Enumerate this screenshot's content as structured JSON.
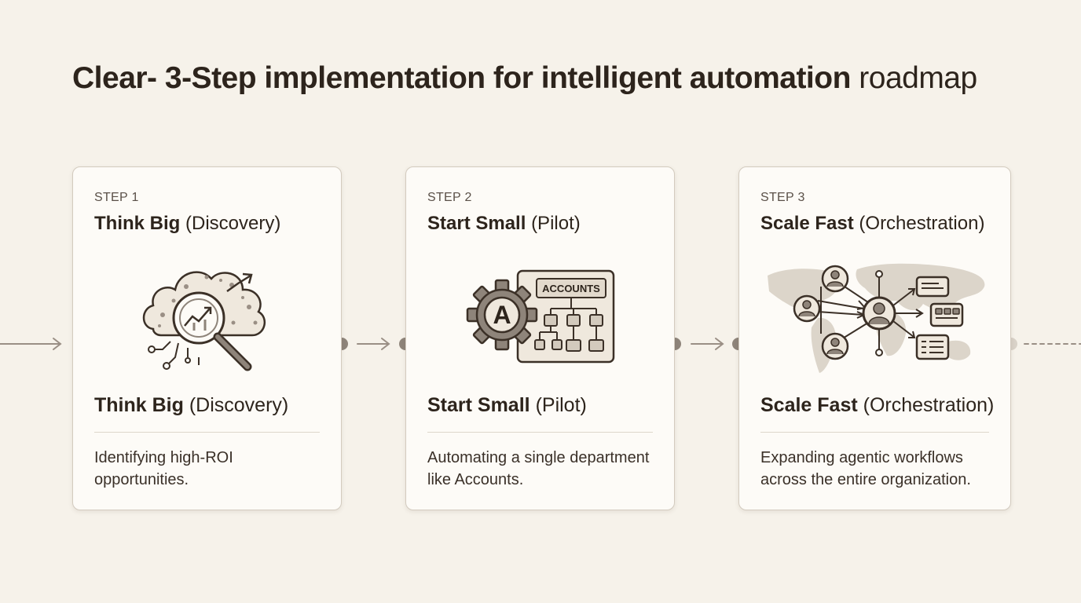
{
  "title": {
    "bold_part": "Clear- 3-Step implementation for intelligent automation",
    "normal_part": "roadmap"
  },
  "steps": [
    {
      "label": "STEP 1",
      "head_bold": "Think Big",
      "head_normal": "(Discovery)",
      "description": "Identifying high-ROI opportunities.",
      "icon": "cloud-magnifier-icon"
    },
    {
      "label": "STEP 2",
      "head_bold": "Start Small",
      "head_normal": "(Pilot)",
      "description": "Automating a single department like Accounts.",
      "icon": "gear-org-chart-icon",
      "icon_badge": "ACCOUNTS",
      "icon_letter": "A"
    },
    {
      "label": "STEP 3",
      "head_bold": "Scale Fast",
      "head_normal": "(Orchestration)",
      "description": "Expanding agentic workflows across the entire organization.",
      "icon": "network-orchestration-icon"
    }
  ],
  "colors": {
    "background": "#f6f2ea",
    "card": "#fdfbf7",
    "text": "#2d241c",
    "connector": "#9a8f85"
  }
}
